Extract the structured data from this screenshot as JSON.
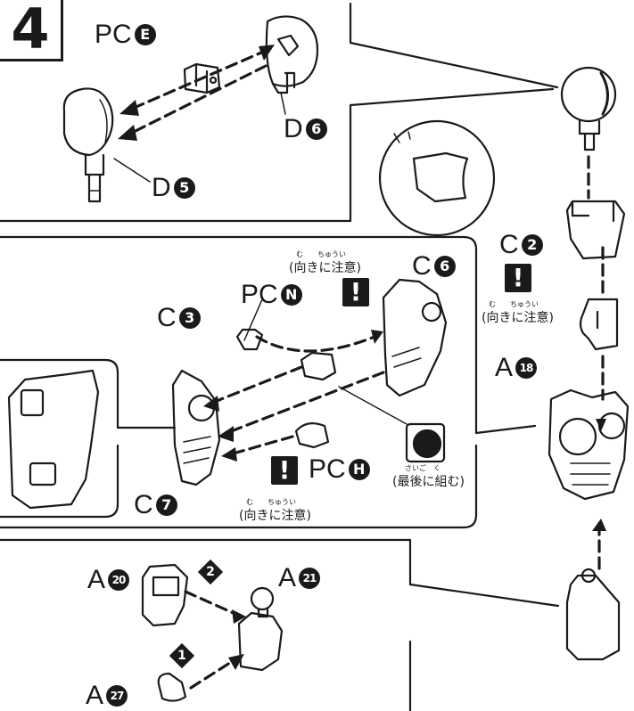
{
  "step": {
    "number": "4"
  },
  "labels": {
    "pc_e": {
      "prefix": "PC",
      "mark": "E"
    },
    "d6": {
      "prefix": "D",
      "mark": "6"
    },
    "d5": {
      "prefix": "D",
      "mark": "5"
    },
    "c2": {
      "prefix": "C",
      "mark": "2"
    },
    "a18": {
      "prefix": "A",
      "mark": "18"
    },
    "c6": {
      "prefix": "C",
      "mark": "6"
    },
    "pc_n": {
      "prefix": "PC",
      "mark": "N"
    },
    "c3": {
      "prefix": "C",
      "mark": "3"
    },
    "pc_h": {
      "prefix": "PC",
      "mark": "H"
    },
    "c7": {
      "prefix": "C",
      "mark": "7"
    },
    "a20": {
      "prefix": "A",
      "mark": "20"
    },
    "a21": {
      "prefix": "A",
      "mark": "21"
    },
    "a27": {
      "prefix": "A",
      "mark": "27"
    }
  },
  "notes": {
    "orientation": "(向きに注意)",
    "orientation_ruby": "む　　ちゅうい",
    "last": "(最後に組む)",
    "last_ruby": "さいご　く"
  },
  "marks": {
    "caution": "!",
    "order_1": "1",
    "order_2": "2"
  }
}
